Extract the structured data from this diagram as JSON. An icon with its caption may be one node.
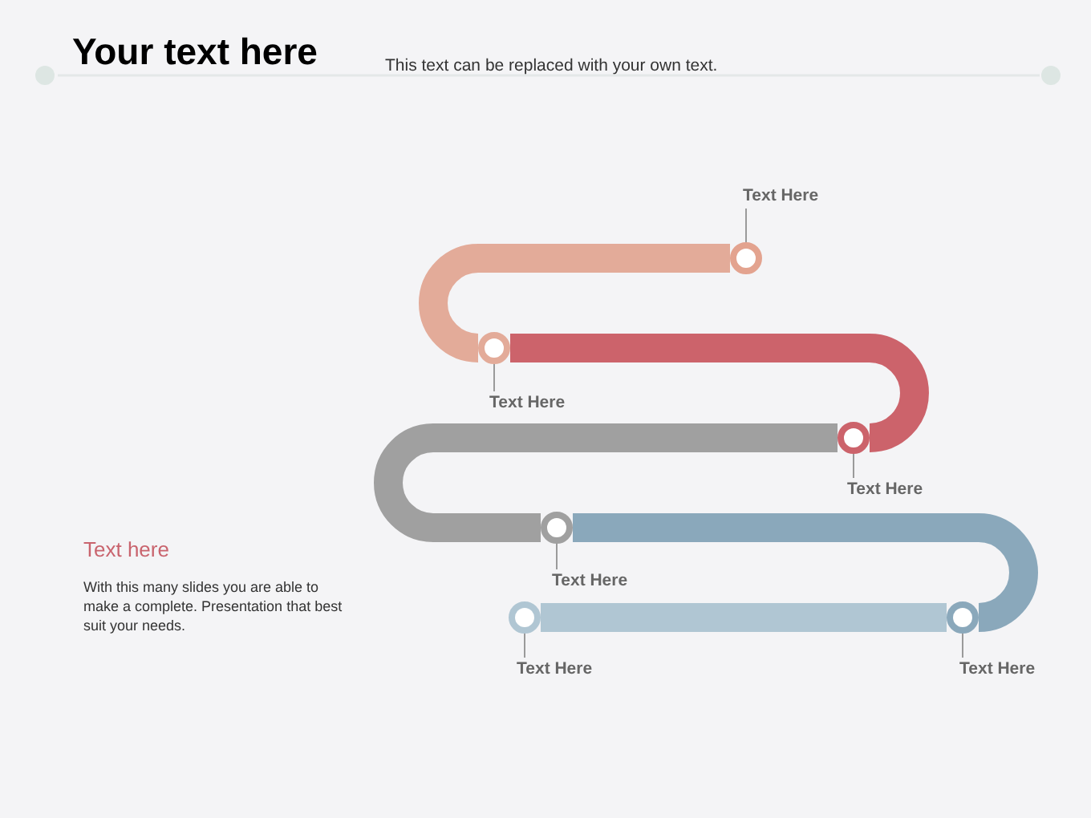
{
  "diagram": {
    "title": "Your text here",
    "nodes": [
      {
        "text": [
          "Text Here"
        ]
      },
      {
        "text": [
          "Text Here"
        ]
      },
      {
        "text": [
          "Text Here"
        ]
      },
      {
        "text": [
          "Text Here"
        ]
      },
      {
        "text": [
          "Text Here"
        ]
      },
      {
        "text": [
          "Text Here"
        ]
      },
      {
        "text": [],
        "shape": "circle"
      },
      {
        "text": [],
        "shape": "circle"
      },
      {
        "text": [],
        "shape": "circle"
      },
      {
        "text": [],
        "shape": "circle"
      },
      {
        "text": [],
        "shape": "circle"
      },
      {
        "text": [],
        "shape": "circle"
      }
    ],
    "edges": [
      {
        "from": 6,
        "to": 7,
        "arrow": "none",
        "style": "thick",
        "color": "#e3ab99"
      },
      {
        "from": 7,
        "to": 8,
        "arrow": "none",
        "style": "thick",
        "color": "#cc636b"
      },
      {
        "from": 8,
        "to": 9,
        "arrow": "none",
        "style": "thick",
        "color": "#a0a0a0"
      },
      {
        "from": 9,
        "to": 11,
        "arrow": "none",
        "style": "thick",
        "color": "#8aa8bb"
      },
      {
        "from": 11,
        "to": 10,
        "arrow": "none",
        "style": "thick",
        "color": "#b0c6d3"
      },
      {
        "from": 0,
        "to": 6,
        "arrow": "none"
      },
      {
        "from": 1,
        "to": 7,
        "arrow": "none"
      },
      {
        "from": 2,
        "to": 8,
        "arrow": "none"
      },
      {
        "from": 3,
        "to": 9,
        "arrow": "none"
      },
      {
        "from": 4,
        "to": 10,
        "arrow": "none"
      },
      {
        "from": 5,
        "to": 11,
        "arrow": "none"
      }
    ],
    "labels": [
      "This text can be replaced with your own text.",
      "Text here",
      "With this many slides you are able to make a complete. Presentation that best suit your needs."
    ]
  }
}
